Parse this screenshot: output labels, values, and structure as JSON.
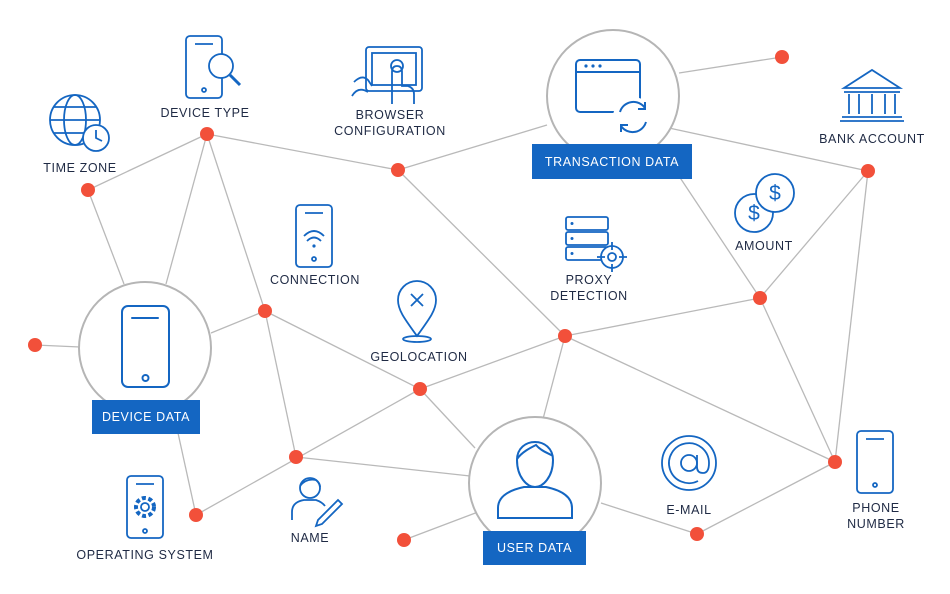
{
  "colors": {
    "edge": "#b9b9b9",
    "node": "#f2503a",
    "icon": "#1466c2",
    "hub_ring": "#b5b5b5",
    "tag_bg": "#1466c2",
    "text": "#1f2a44"
  },
  "hubs": {
    "device_data": {
      "label": "DEVICE DATA",
      "icon": "smartphone-icon"
    },
    "transaction_data": {
      "label": "TRANSACTION DATA",
      "icon": "browser-window-refresh-icon"
    },
    "user_data": {
      "label": "USER DATA",
      "icon": "user-icon"
    }
  },
  "items": {
    "time_zone": {
      "label": "TIME ZONE",
      "icon": "globe-clock-icon"
    },
    "device_type": {
      "label": "DEVICE TYPE",
      "icon": "phone-search-icon"
    },
    "browser_configuration": {
      "label": "BROWSER\nCONFIGURATION",
      "icon": "hand-touch-screen-icon"
    },
    "bank_account": {
      "label": "BANK ACCOUNT",
      "icon": "bank-icon"
    },
    "amount": {
      "label": "AMOUNT",
      "icon": "dollar-coins-icon"
    },
    "connection": {
      "label": "CONNECTION",
      "icon": "phone-wifi-icon"
    },
    "proxy_detection": {
      "label": "PROXY\nDETECTION",
      "icon": "server-target-icon"
    },
    "geolocation": {
      "label": "GEOLOCATION",
      "icon": "map-pin-icon"
    },
    "operating_system": {
      "label": "OPERATING SYSTEM",
      "icon": "phone-gear-icon"
    },
    "name": {
      "label": "NAME",
      "icon": "person-pen-icon"
    },
    "e_mail": {
      "label": "E-MAIL",
      "icon": "at-sign-icon"
    },
    "phone_number": {
      "label": "PHONE\nNUMBER",
      "icon": "phone-icon"
    }
  }
}
